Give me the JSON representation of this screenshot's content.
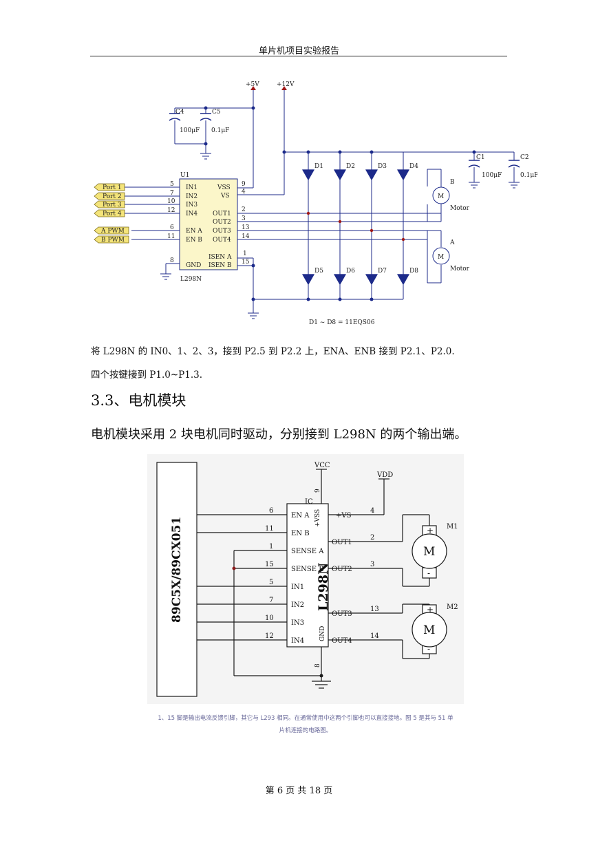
{
  "header": {
    "title": "单片机项目实验报告"
  },
  "figure1": {
    "power": {
      "v5": "+5V",
      "v12": "+12V"
    },
    "caps": [
      {
        "name": "C4",
        "value": "100μF"
      },
      {
        "name": "C5",
        "value": "0.1μF"
      },
      {
        "name": "C1",
        "value": "100μF"
      },
      {
        "name": "C2",
        "value": "0.1μF"
      }
    ],
    "ic_ref": "U1",
    "ic_part": "L298N",
    "ports": [
      "Port 1",
      "Port 2",
      "Port 3",
      "Port 4",
      "A PWM",
      "B PWM"
    ],
    "left_pins": [
      {
        "num": "5",
        "label": "IN1"
      },
      {
        "num": "7",
        "label": "IN2"
      },
      {
        "num": "10",
        "label": "IN3"
      },
      {
        "num": "12",
        "label": "IN4"
      },
      {
        "num": "6",
        "label": "EN A"
      },
      {
        "num": "11",
        "label": "EN B"
      },
      {
        "num": "8",
        "label": "GND"
      }
    ],
    "right_pins": [
      {
        "num": "9",
        "label": "VSS"
      },
      {
        "num": "4",
        "label": "VS"
      },
      {
        "num": "2",
        "label": "OUT1"
      },
      {
        "num": "3",
        "label": "OUT2"
      },
      {
        "num": "13",
        "label": "OUT3"
      },
      {
        "num": "14",
        "label": "OUT4"
      },
      {
        "num": "1",
        "label": "ISEN A"
      },
      {
        "num": "15",
        "label": "ISEN B"
      }
    ],
    "diodes": [
      "D1",
      "D2",
      "D3",
      "D4",
      "D5",
      "D6",
      "D7",
      "D8"
    ],
    "motors": [
      {
        "ref": "B",
        "symbol": "M",
        "label": "Motor"
      },
      {
        "ref": "A",
        "symbol": "M",
        "label": "Motor"
      }
    ],
    "diode_note": "D1 ~ D8 = 11EQS06"
  },
  "text": {
    "line1": "将 L298N 的 IN0、1、2、3，接到 P2.5 到 P2.2 上，ENA、ENB 接到 P2.1、P2.0.",
    "line2": "四个按键接到 P1.0~P1.3.",
    "heading": "3.3、电机模块",
    "line3": "电机模块采用 2 块电机同时驱动，分别接到 L298N 的两个输出端。"
  },
  "figure2": {
    "mcu": "89C5X/89CX051",
    "vcc": "VCC",
    "vdd": "VDD",
    "ic_label": "IC",
    "chip": "L298N",
    "pins_left": [
      {
        "num": "6",
        "label": "EN A"
      },
      {
        "num": "11",
        "label": "EN B"
      },
      {
        "num": "1",
        "label": "SENSE A"
      },
      {
        "num": "15",
        "label": "SENSE B"
      },
      {
        "num": "5",
        "label": "IN1"
      },
      {
        "num": "7",
        "label": "IN2"
      },
      {
        "num": "10",
        "label": "IN3"
      },
      {
        "num": "12",
        "label": "IN4"
      }
    ],
    "pins_right": [
      {
        "num": "4",
        "label": "+VS"
      },
      {
        "num": "2",
        "label": "OUT1"
      },
      {
        "num": "3",
        "label": "OUT2"
      },
      {
        "num": "13",
        "label": "OUT3"
      },
      {
        "num": "14",
        "label": "OUT4"
      }
    ],
    "pin_vss": {
      "num": "9",
      "label": "+VSS"
    },
    "pin_gnd": {
      "num": "8",
      "label": "GND"
    },
    "motors": [
      {
        "ref": "M1",
        "symbol": "M",
        "plus": "+",
        "minus": "-"
      },
      {
        "ref": "M2",
        "symbol": "M",
        "plus": "+",
        "minus": "-"
      }
    ]
  },
  "caption": {
    "line1": "1、15 脚是输出电流反馈引脚，其它与 L293 相同。在通常使用中这两个引脚也可以直接接地。图 5 是其与 51 单",
    "line2": "片机连接的电路图。"
  },
  "footer": {
    "page": "第 6 页 共 18 页"
  }
}
